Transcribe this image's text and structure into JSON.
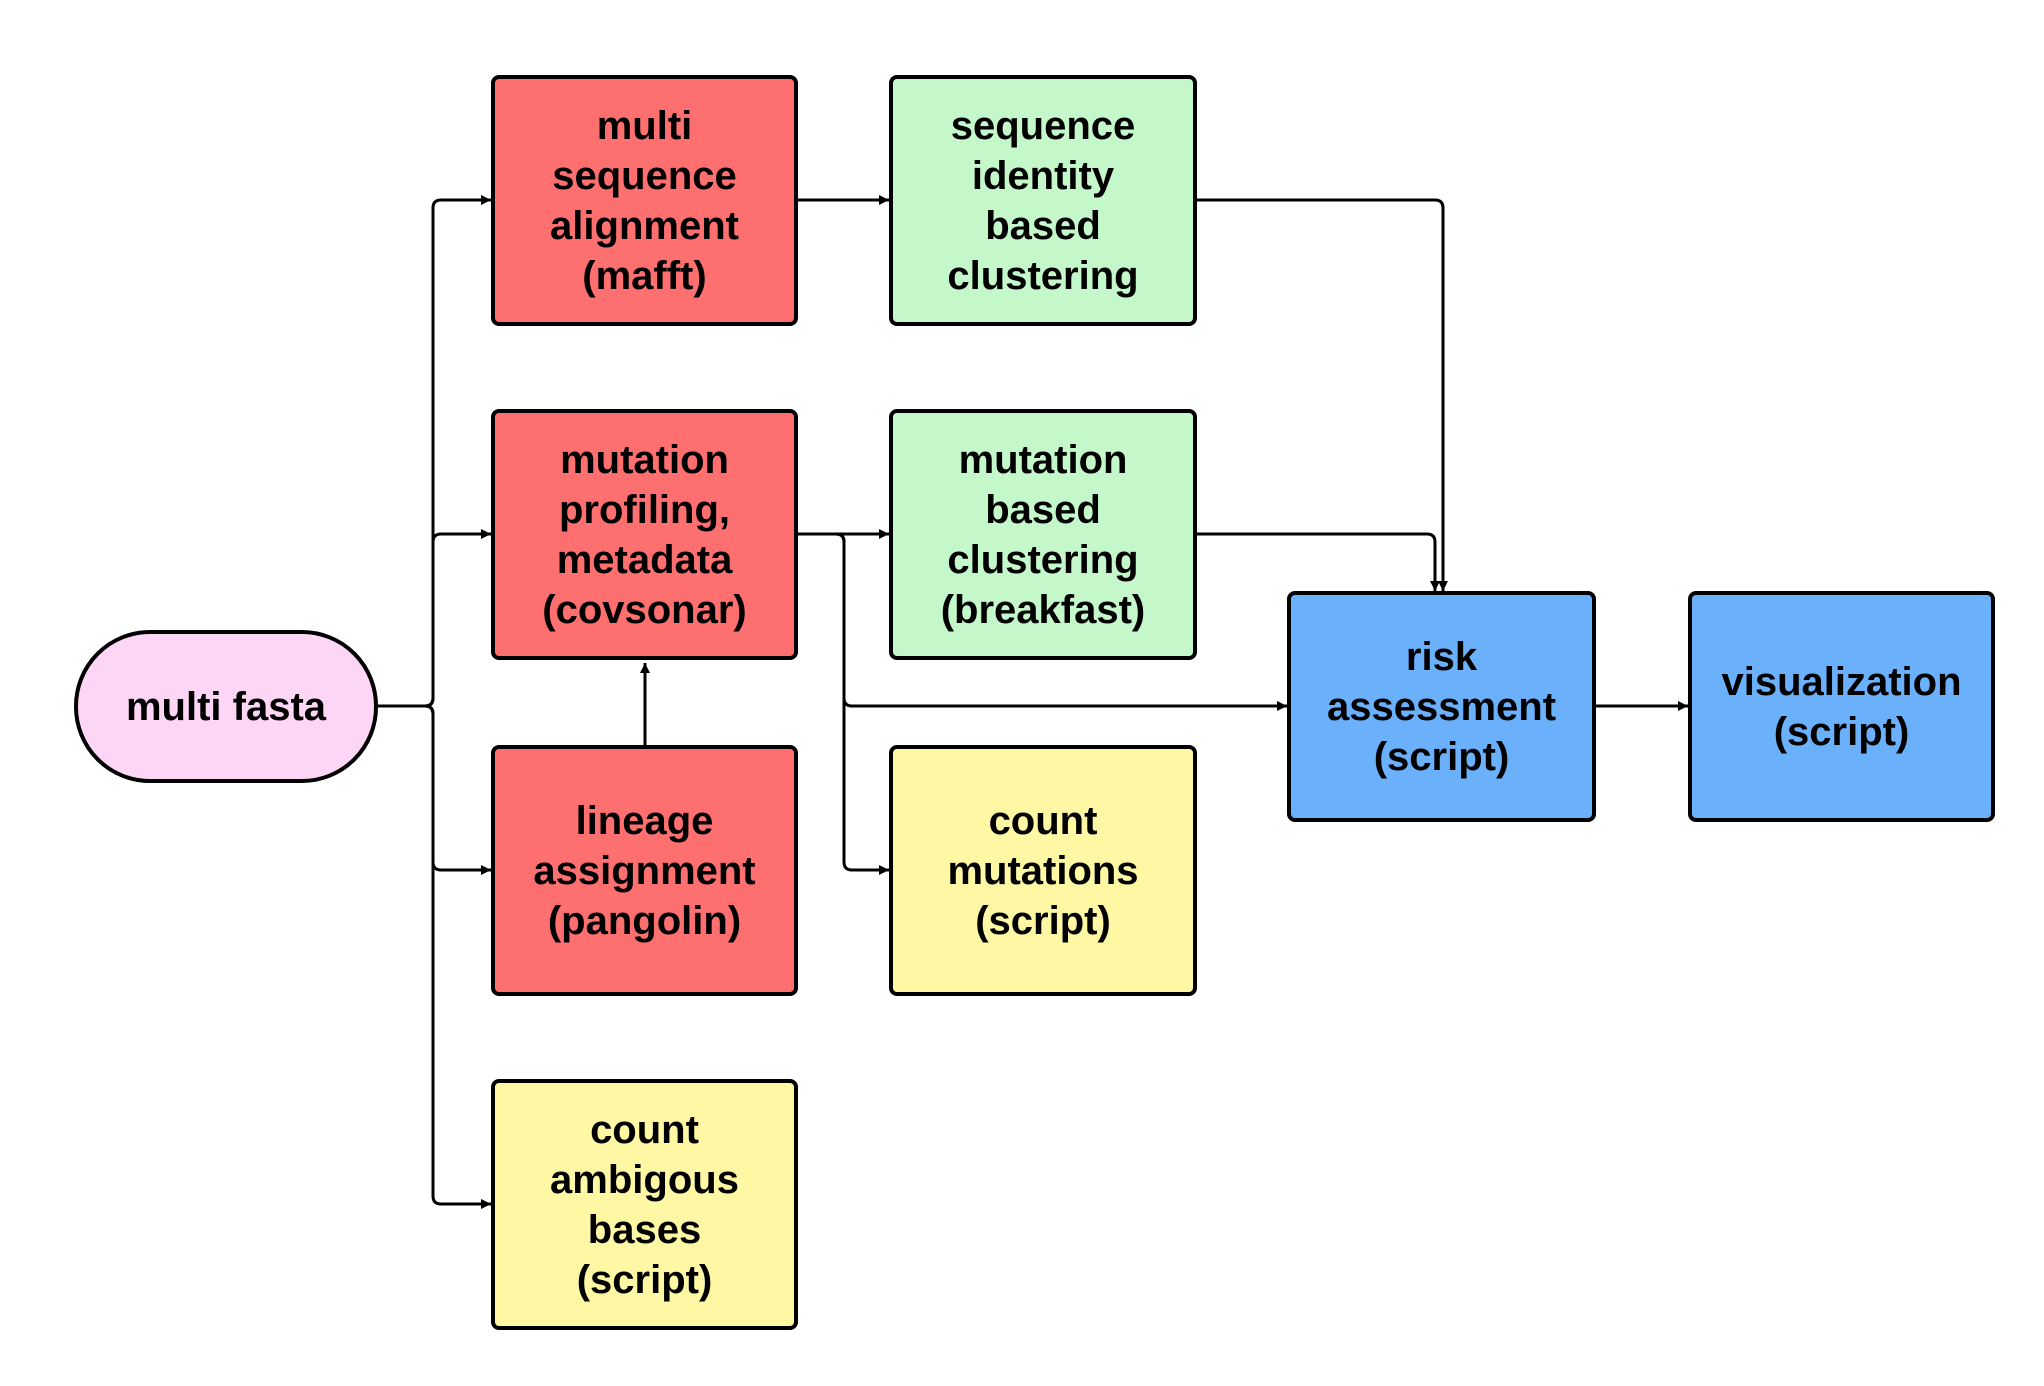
{
  "colors": {
    "input": "#fdd5f5",
    "red": "#fe7070",
    "green": "#c4f7c9",
    "yellow": "#fef8a4",
    "blue": "#6ab0fb",
    "border": "#000000"
  },
  "nodes": {
    "multi_fasta": {
      "lines": [
        "multi fasta"
      ]
    },
    "msa": {
      "lines": [
        "multi",
        "sequence",
        "alignment",
        "(mafft)"
      ]
    },
    "mutation_profiling": {
      "lines": [
        "mutation",
        "profiling,",
        "metadata",
        "(covsonar)"
      ]
    },
    "lineage_assignment": {
      "lines": [
        "lineage",
        "assignment",
        "(pangolin)"
      ]
    },
    "count_ambiguous": {
      "lines": [
        "count",
        "ambigous",
        "bases",
        "(script)"
      ]
    },
    "seq_identity_clustering": {
      "lines": [
        "sequence",
        "identity",
        "based",
        "clustering"
      ]
    },
    "mutation_clustering": {
      "lines": [
        "mutation",
        "based",
        "clustering",
        "(breakfast)"
      ]
    },
    "count_mutations": {
      "lines": [
        "count",
        "mutations",
        "(script)"
      ]
    },
    "risk_assessment": {
      "lines": [
        "risk",
        "assessment",
        "(script)"
      ]
    },
    "visualization": {
      "lines": [
        "visualization",
        "(script)"
      ]
    }
  },
  "edges": [
    {
      "from": "multi_fasta",
      "to": "msa"
    },
    {
      "from": "multi_fasta",
      "to": "mutation_profiling"
    },
    {
      "from": "multi_fasta",
      "to": "lineage_assignment"
    },
    {
      "from": "multi_fasta",
      "to": "count_ambiguous"
    },
    {
      "from": "msa",
      "to": "seq_identity_clustering"
    },
    {
      "from": "lineage_assignment",
      "to": "mutation_profiling"
    },
    {
      "from": "mutation_profiling",
      "to": "mutation_clustering"
    },
    {
      "from": "mutation_profiling",
      "to": "risk_assessment"
    },
    {
      "from": "mutation_profiling",
      "to": "count_mutations"
    },
    {
      "from": "seq_identity_clustering",
      "to": "risk_assessment"
    },
    {
      "from": "mutation_clustering",
      "to": "risk_assessment"
    },
    {
      "from": "risk_assessment",
      "to": "visualization"
    }
  ]
}
